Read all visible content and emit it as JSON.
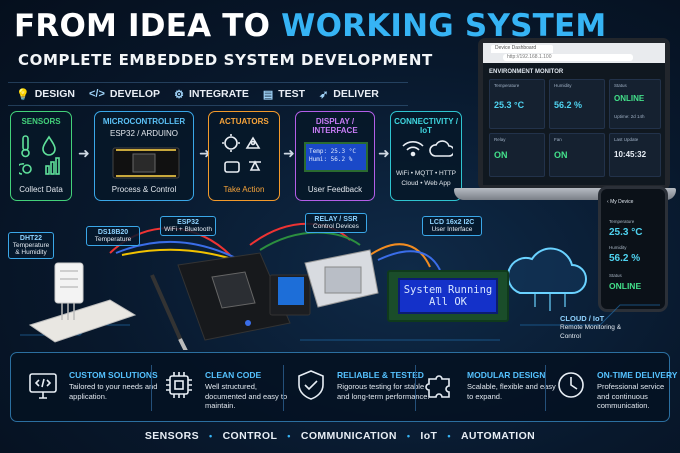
{
  "header": {
    "title_part1": "FROM IDEA TO",
    "title_part2": "WORKING SYSTEM",
    "subtitle": "COMPLETE EMBEDDED SYSTEM DEVELOPMENT"
  },
  "steps": [
    {
      "label": "DESIGN",
      "icon": "lightbulb-icon"
    },
    {
      "label": "DEVELOP",
      "icon": "code-icon"
    },
    {
      "label": "INTEGRATE",
      "icon": "gear-icon"
    },
    {
      "label": "TEST",
      "icon": "clipboard-icon"
    },
    {
      "label": "DELIVER",
      "icon": "rocket-icon"
    }
  ],
  "flow": [
    {
      "title": "SENSORS",
      "caption": "Collect Data",
      "color": "#43d17a"
    },
    {
      "title": "MICROCONTROLLER",
      "subtitle": "ESP32 / ARDUINO",
      "caption": "Process & Control",
      "color": "#3aa7e8"
    },
    {
      "title": "ACTUATORS",
      "caption": "Take Action",
      "color": "#f39a2b"
    },
    {
      "title": "DISPLAY / INTERFACE",
      "caption": "User Feedback",
      "color": "#b35ee8"
    },
    {
      "title": "CONNECTIVITY / IoT",
      "caption": "WiFi • MQTT • HTTP",
      "caption2": "Cloud • Web App",
      "color": "#2fc4d0"
    }
  ],
  "mini_lcd": {
    "line1": "Temp: 25.3 °C",
    "line2": "Humi: 56.2 %"
  },
  "laptop": {
    "tab": "Device Dashboard",
    "url": "http://192.168.1.100",
    "dashboard_title": "ENVIRONMENT MONITOR",
    "tiles": [
      {
        "label": "Temperature",
        "value": "25.3 °C"
      },
      {
        "label": "Humidity",
        "value": "56.2 %"
      },
      {
        "label": "Status",
        "value": "ONLINE",
        "extra": "Uptime: 2d 14h"
      },
      {
        "label": "Relay",
        "value": "ON"
      },
      {
        "label": "Fan",
        "value": "ON"
      },
      {
        "label": "Last Update",
        "value": "10:45:32"
      }
    ]
  },
  "phone": {
    "header": "My Device",
    "temp_label": "Temperature",
    "temp": "25.3 °C",
    "hum_label": "Humidity",
    "hum": "56.2 %",
    "status_label": "Status",
    "status": "ONLINE"
  },
  "components": {
    "dht22": {
      "name": "DHT22",
      "desc": "Temperature & Humidity"
    },
    "ds18b20": {
      "name": "DS18B20",
      "desc": "Temperature"
    },
    "esp32": {
      "name": "ESP32",
      "desc": "WiFi + Bluetooth"
    },
    "relay": {
      "name": "RELAY / SSR",
      "desc": "Control Devices"
    },
    "lcd": {
      "name": "LCD 16x2 I2C",
      "desc": "User Interface"
    },
    "cloud": {
      "name": "CLOUD / IoT",
      "desc": "Remote Monitoring & Control"
    }
  },
  "lcd_display": {
    "line1": "System Running",
    "line2": "All OK"
  },
  "features": [
    {
      "title": "CUSTOM SOLUTIONS",
      "desc": "Tailored to your needs and application.",
      "icon": "monitor-code-icon"
    },
    {
      "title": "CLEAN CODE",
      "desc": "Well structured, documented and easy to maintain.",
      "icon": "chip-icon"
    },
    {
      "title": "RELIABLE & TESTED",
      "desc": "Rigorous testing for stable and long-term performance.",
      "icon": "shield-check-icon"
    },
    {
      "title": "MODULAR DESIGN",
      "desc": "Scalable, flexible and easy to expand.",
      "icon": "puzzle-icon"
    },
    {
      "title": "ON-TIME DELIVERY",
      "desc": "Professional service and continuous communication.",
      "icon": "clock-icon"
    }
  ],
  "tags": [
    "SENSORS",
    "CONTROL",
    "COMMUNICATION",
    "IoT",
    "AUTOMATION"
  ],
  "colors": {
    "accent": "#36b4f5",
    "green_value": "#43e08a",
    "cyan_value": "#4fd3f0"
  }
}
